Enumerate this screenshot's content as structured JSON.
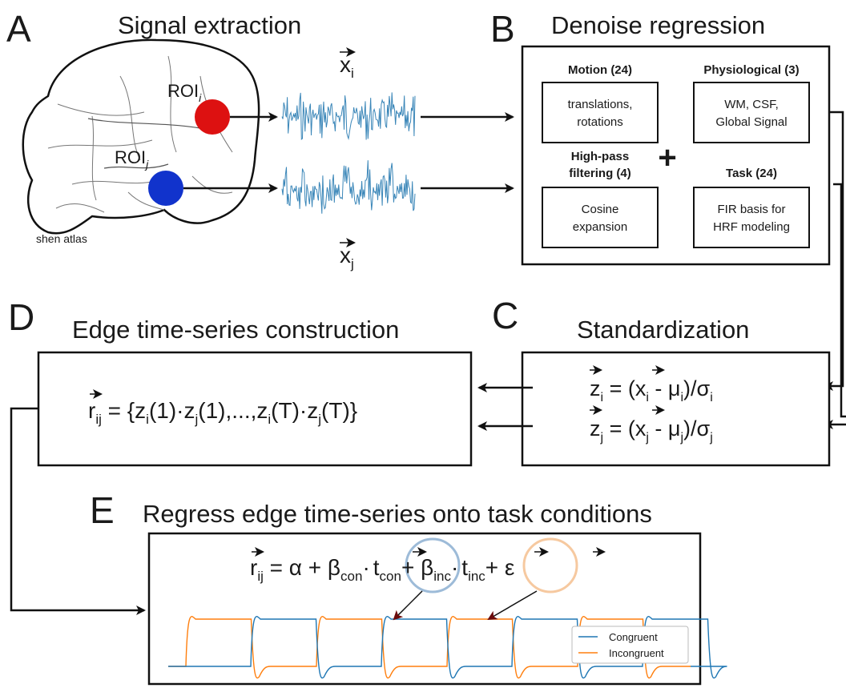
{
  "panels": {
    "a": {
      "letter": "A",
      "title": "Signal extraction",
      "roi_i": "ROI",
      "roi_i_sub": "i",
      "roi_j": "ROI",
      "roi_j_sub": "j",
      "atlas_label": "shen atlas",
      "xi": "x",
      "xi_sub": "i",
      "xj": "x",
      "xj_sub": "j"
    },
    "b": {
      "letter": "B",
      "title": "Denoise regression",
      "motion_header": "Motion (24)",
      "motion_line1": "translations,",
      "motion_line2": "rotations",
      "phys_header": "Physiological (3)",
      "phys_line1": "WM, CSF,",
      "phys_line2": "Global Signal",
      "hp_header1": "High-pass",
      "hp_header2": "filtering (4)",
      "hp_line1": "Cosine",
      "hp_line2": "expansion",
      "task_header": "Task (24)",
      "task_line1": "FIR basis for",
      "task_line2": "HRF modeling",
      "plus": "+"
    },
    "c": {
      "letter": "C",
      "title": "Standardization",
      "zi_lhs": "z",
      "zi_lhs_sub": "i",
      "zi_rhs_a": " = (",
      "zi_x": "x",
      "zi_x_sub": "i",
      "zi_mid": " - μ",
      "zi_mu_sub": "i",
      "zi_end": ")/σ",
      "zi_sigma_sub": "i",
      "zj_lhs": "z",
      "zj_lhs_sub": "j",
      "zj_rhs_a": " = (",
      "zj_x": "x",
      "zj_x_sub": "j",
      "zj_mid": " - μ",
      "zj_mu_sub": "j",
      "zj_end": ")/σ",
      "zj_sigma_sub": "j"
    },
    "d": {
      "letter": "D",
      "title": "Edge time-series construction",
      "r": "r",
      "r_sub": "ij",
      "eq": " = {z",
      "s1": "i",
      "p1": "(1)·z",
      "s2": "j",
      "p2": "(1),...,z",
      "s3": "i",
      "p3": "(T)·z",
      "s4": "j",
      "p4": "(T)}"
    },
    "e": {
      "letter": "E",
      "title": "Regress edge time-series onto task conditions",
      "r": "r",
      "r_sub": "ij",
      "eq1": " =  α + β",
      "b1_sub": "con",
      "dot1": "·",
      "t1": "t",
      "t1_sub": "con",
      "eq2": "+ β",
      "b2_sub": "inc",
      "dot2": "·",
      "t2": "t",
      "t2_sub": "inc",
      "eq3": "+ ε"
    }
  },
  "colors": {
    "roi_i": "#dd1111",
    "roi_j": "#1133cc",
    "signal": "#3a86b8",
    "congruent": "#1f77b4",
    "incongruent": "#ff7f0e",
    "circle_con": "#9dbbd8",
    "circle_inc": "#f6c9a0",
    "pointer": "#8b0000"
  },
  "chart_data": {
    "type": "line",
    "series": [
      {
        "name": "Congruent",
        "description": "periodic block regressor (boxcar convolved with HRF), high during congruent blocks"
      },
      {
        "name": "Incongruent",
        "description": "periodic block regressor, high during incongruent blocks (alternating with congruent)"
      }
    ],
    "legend": "bottom-right"
  }
}
